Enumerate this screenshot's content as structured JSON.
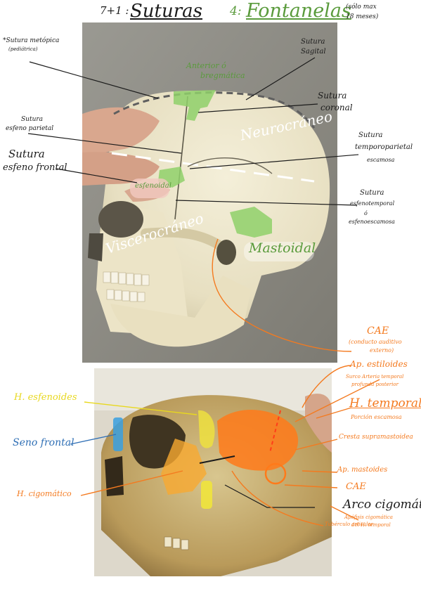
{
  "header": {
    "prefix": "7+1 :",
    "title_sutures": "Suturas",
    "prefix_fontanelas": "4:",
    "title_fontanelas": "Fontanelas",
    "note_line1": "(sólo max",
    "note_line2": "18 meses)"
  },
  "top_labels": {
    "metopica_line1": "*Sutura metópica",
    "metopica_line2": "(pediátrica)",
    "anterior_line1": "Anterior ó",
    "anterior_line2": "bregmática",
    "sagital_line1": "Sutura",
    "sagital_line2": "Sagital",
    "coronal_line1": "Sutura",
    "coronal_line2": "coronal",
    "esfenoparietal_line1": "Sutura",
    "esfenoparietal_line2": "esfeno parietal",
    "neurocraneo": "Neurocráneo",
    "esfenofrontal_line1": "Sutura",
    "esfenofrontal_line2": "esfeno frontal",
    "temporoparietal_line1": "Sutura",
    "temporoparietal_line2": "temporoparietal",
    "temporoparietal_line3": "escamosa",
    "esfenoidal": "esfenoidal",
    "esfenotemporal_line1": "Sutura",
    "esfenotemporal_line2": "esfenotemporal",
    "esfenotemporal_line3": "ó",
    "esfenotemporal_line4": "esfenoescamosa",
    "viscerocraneo": "Viscerocráneo",
    "mastoidal": "Mastoidal",
    "cae_line1": "CAE",
    "cae_line2": "(conducto auditivo",
    "cae_line3": "externo)"
  },
  "bottom_labels": {
    "estiloides": "Ap. estiloides",
    "surco_line1": "Surco Arteria temporal",
    "surco_line2": "profunda posterior",
    "esfenoides": "H. esfenoides",
    "temporal": "H. temporal",
    "porcion": "Porción escamosa",
    "seno": "Seno frontal",
    "cresta": "Cresta supramastoidea",
    "mastoides": "Ap. mastoides",
    "cigomatico": "H. cigomático",
    "cae": "CAE",
    "arco": "Arco cigomático",
    "apofisis_line1": "Apófisis cigomática",
    "apofisis_line2": "del H. temporal",
    "tuberculo": "Tubérculo articular"
  },
  "colors": {
    "green": "#5a9b3c",
    "orange": "#f47a1f",
    "yellow": "#e8d81e",
    "blue": "#2f6fb5",
    "black": "#1b1b1b"
  }
}
